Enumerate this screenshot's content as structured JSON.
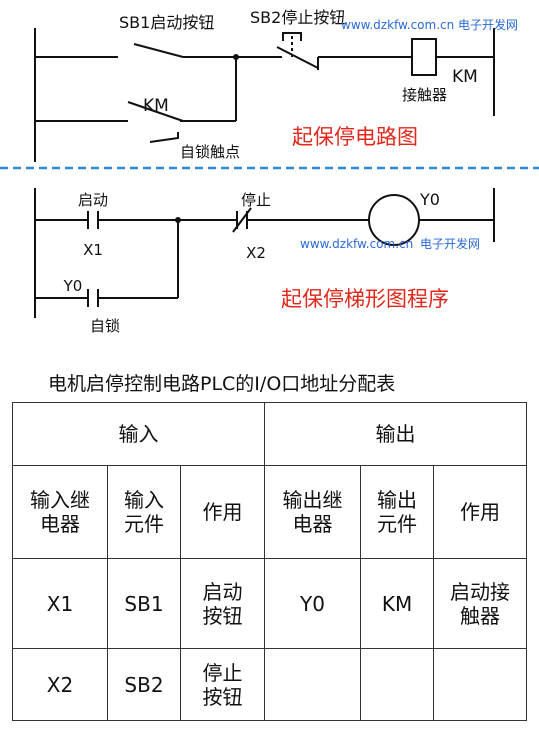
{
  "relay_diagram": {
    "sb1_label": "SB1启动按钮",
    "sb2_label": "SB2停止按钮",
    "km_top_label": "KM",
    "contactor_label": "接触器",
    "km_hold_label": "KM",
    "self_lock_contact_label": "自锁触点",
    "watermark": "www.dzkfw.com.cn 电子开发网",
    "caption": "起保停电路图"
  },
  "ladder_diagram": {
    "start_label": "启动",
    "x1_label": "X1",
    "stop_label": "停止",
    "x2_label": "X2",
    "y0_coil_label": "Y0",
    "y0_contact_label": "Y0",
    "self_lock_label": "自锁",
    "watermark_url": "www.dzkfw.com.cn",
    "watermark_site": "电子开发网",
    "caption": "起保停梯形图程序"
  },
  "io_table": {
    "title": "电机启停控制电路PLC的I/O口地址分配表",
    "group_input": "输入",
    "group_output": "输出",
    "headers": [
      "输入继\n电器",
      "输入\n元件",
      "作用",
      "输出继\n电器",
      "输出\n元件",
      "作用"
    ],
    "rows": [
      [
        "X1",
        "SB1",
        "启动\n按钮",
        "Y0",
        "KM",
        "启动接\n触器"
      ],
      [
        "X2",
        "SB2",
        "停止\n按钮",
        "",
        "",
        ""
      ]
    ]
  },
  "colors": {
    "caption_red": "#e0281c",
    "watermark_blue": "#2a6ad8",
    "separator_blue": "#2a8ad8",
    "line": "#111111"
  }
}
